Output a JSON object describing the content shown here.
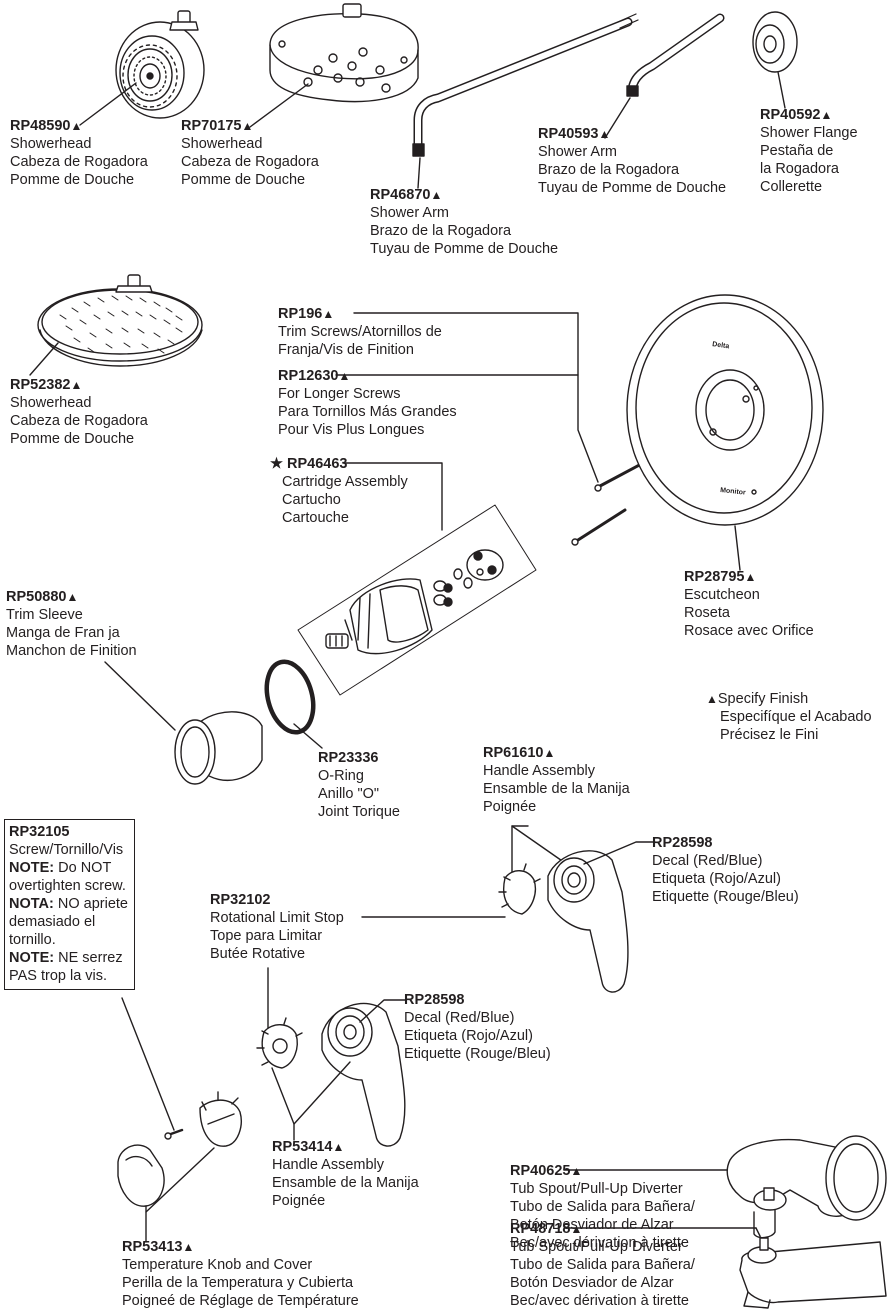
{
  "finish_symbol": "▲",
  "asterisk_symbol": "★",
  "parts": {
    "rp48590": {
      "code": "RP48590",
      "lines": [
        "Showerhead",
        "Cabeza de Rogadora",
        "Pomme de Douche"
      ]
    },
    "rp70175": {
      "code": "RP70175",
      "lines": [
        "Showerhead",
        "Cabeza de Rogadora",
        "Pomme de Douche"
      ]
    },
    "rp46870": {
      "code": "RP46870",
      "lines": [
        "Shower Arm",
        "Brazo de la Rogadora",
        "Tuyau de Pomme de Douche"
      ]
    },
    "rp40593": {
      "code": "RP40593",
      "lines": [
        "Shower Arm",
        "Brazo de la Rogadora",
        "Tuyau de Pomme de Douche"
      ]
    },
    "rp40592": {
      "code": "RP40592",
      "lines": [
        "Shower Flange",
        "Pestaña de",
        "la Rogadora",
        "Collerette"
      ]
    },
    "rp52382": {
      "code": "RP52382",
      "lines": [
        "Showerhead",
        "Cabeza de Rogadora",
        "Pomme de Douche"
      ]
    },
    "rp196": {
      "code": "RP196",
      "lines": [
        "Trim Screws/Atornillos de",
        "Franja/Vis de Finition"
      ]
    },
    "rp12630": {
      "code": "RP12630",
      "lines": [
        "For Longer Screws",
        "Para Tornillos Más Grandes",
        "Pour Vis Plus Longues"
      ]
    },
    "rp46463": {
      "code": "RP46463",
      "lines": [
        "Cartridge Assembly",
        "Cartucho",
        "Cartouche"
      ]
    },
    "rp28795": {
      "code": "RP28795",
      "lines": [
        "Escutcheon",
        "Roseta",
        "Rosace avec Orifice"
      ]
    },
    "rp50880": {
      "code": "RP50880",
      "lines": [
        "Trim Sleeve",
        "Manga de Fran ja",
        "Manchon de Finition"
      ]
    },
    "rp23336": {
      "code": "RP23336",
      "lines": [
        "O-Ring",
        "Anillo \"O\"",
        "Joint Torique"
      ]
    },
    "rp61610": {
      "code": "RP61610",
      "lines": [
        "Handle Assembly",
        "Ensamble de la Manija",
        "Poignée"
      ]
    },
    "rp28598a": {
      "code": "RP28598",
      "lines": [
        "Decal (Red/Blue)",
        "Etiqueta (Rojo/Azul)",
        "Etiquette (Rouge/Bleu)"
      ]
    },
    "rp32102": {
      "code": "RP32102",
      "lines": [
        "Rotational Limit Stop",
        "Tope para Limitar",
        "Butée Rotative"
      ]
    },
    "rp28598b": {
      "code": "RP28598",
      "lines": [
        "Decal (Red/Blue)",
        "Etiqueta (Rojo/Azul)",
        "Etiquette (Rouge/Bleu)"
      ]
    },
    "rp53414": {
      "code": "RP53414",
      "lines": [
        "Handle Assembly",
        "Ensamble de la Manija",
        "Poignée"
      ]
    },
    "rp40625": {
      "code": "RP40625",
      "lines": [
        "Tub Spout/Pull-Up Diverter",
        "Tubo de Salida para Bañera/",
        "Botón Desviador de Alzar",
        "Bec/avec dérivation à tirette"
      ]
    },
    "rp48718": {
      "code": "RP48718",
      "lines": [
        "Tub Spout/Pull-Up Diverter",
        "Tubo de Salida para Bañera/",
        "Botón Desviador de Alzar",
        "Bec/avec dérivation à tirette"
      ]
    },
    "rp53413": {
      "code": "RP53413",
      "lines": [
        "Temperature Knob and Cover",
        "Perilla de la Temperatura y Cubierta",
        "Poigneé de Réglage de Température"
      ]
    }
  },
  "rp32105_box": {
    "code": "RP32105",
    "line1": "Screw/Tornillo/Vis",
    "note1_label": "NOTE:",
    "note1_a": " Do NOT",
    "note1_b": "overtighten screw.",
    "note2_label": "NOTA:",
    "note2_a": " NO apriete",
    "note2_b": "demasiado el",
    "note2_c": "tornillo.",
    "note3_label": "NOTE:",
    "note3_a": " NE serrez",
    "note3_b": "PAS trop la vis."
  },
  "finish_legend": {
    "lines": [
      "Specify Finish",
      "Especifíque el Acabado",
      "Précisez le Fini"
    ]
  },
  "escutcheon_marks": {
    "top": "Delta",
    "bottom": "Monitor"
  }
}
